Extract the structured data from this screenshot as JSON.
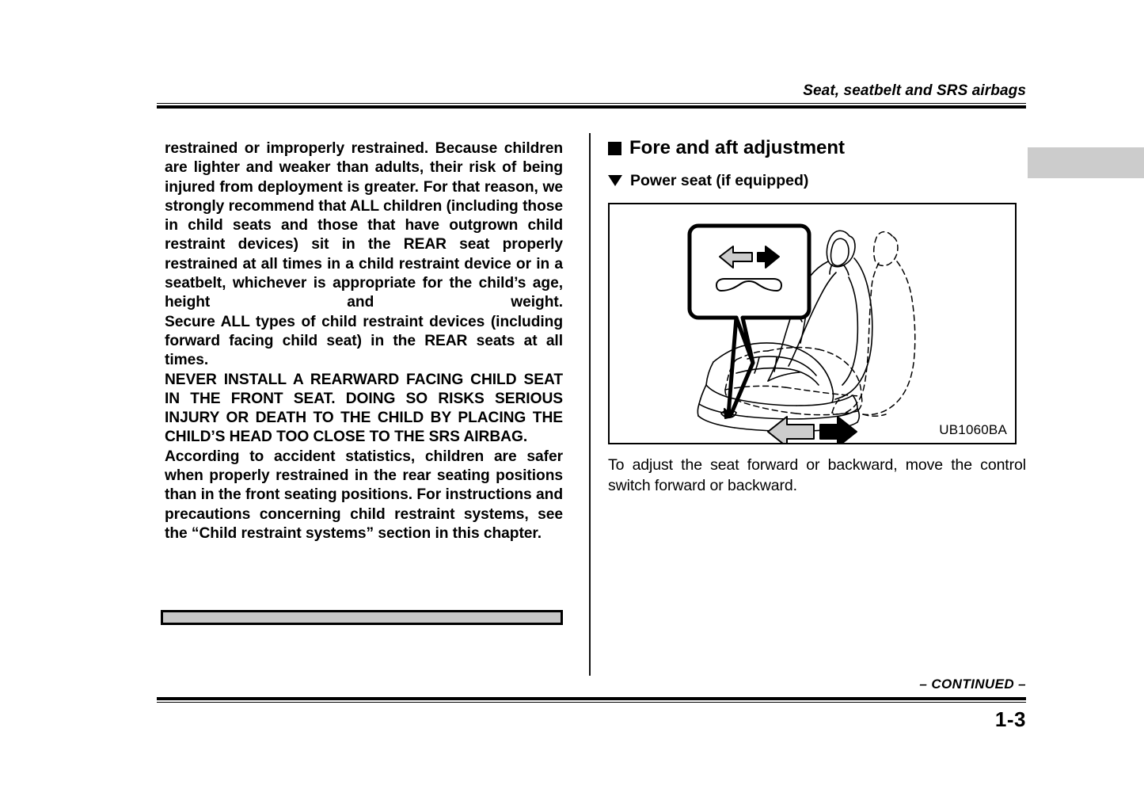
{
  "header": {
    "title": "Seat, seatbelt and SRS airbags"
  },
  "left_column": {
    "paragraphs": [
      "restrained or improperly restrained. Because children are lighter and weaker than adults, their risk of being injured from deployment is greater. For that reason, we strongly recommend that ALL children (including those in child seats and those that have outgrown child restraint devices) sit in the REAR seat properly restrained at all times in a child restraint device or in a seatbelt, whichever is appropriate for the child’s age, height and weight.",
      "Secure ALL types of child restraint devices (including forward facing child seat) in the REAR seats at all times.",
      "NEVER INSTALL A REARWARD FACING CHILD SEAT IN THE FRONT SEAT. DOING SO RISKS SERIOUS INJURY OR DEATH TO THE CHILD BY PLACING THE CHILD’S HEAD TOO CLOSE TO THE SRS AIRBAG.",
      "According to accident statistics, children are safer when properly restrained in the rear seating positions than in the front seating positions. For instructions and precautions concerning child restraint systems, see the “Child restraint systems” section in this chapter."
    ]
  },
  "right_column": {
    "section_heading": "Fore and aft adjustment",
    "subsection_heading": "Power seat (if equipped)",
    "figure": {
      "code": "UB1060BA",
      "alt": "Side view of a power seat showing the fore/aft control switch, with dashed outline indicating the rearward seat position and grey/black arrows indicating backward and forward travel."
    },
    "body_text": "To adjust the seat forward or backward, move the control switch forward or backward."
  },
  "footer": {
    "continued": "– CONTINUED –",
    "page_number": "1-3"
  },
  "colors": {
    "ink": "#000000",
    "paper": "#ffffff",
    "tab_gray": "#cccccc",
    "box_gray": "#c8c8c8",
    "arrow_gray": "#cccccc"
  }
}
